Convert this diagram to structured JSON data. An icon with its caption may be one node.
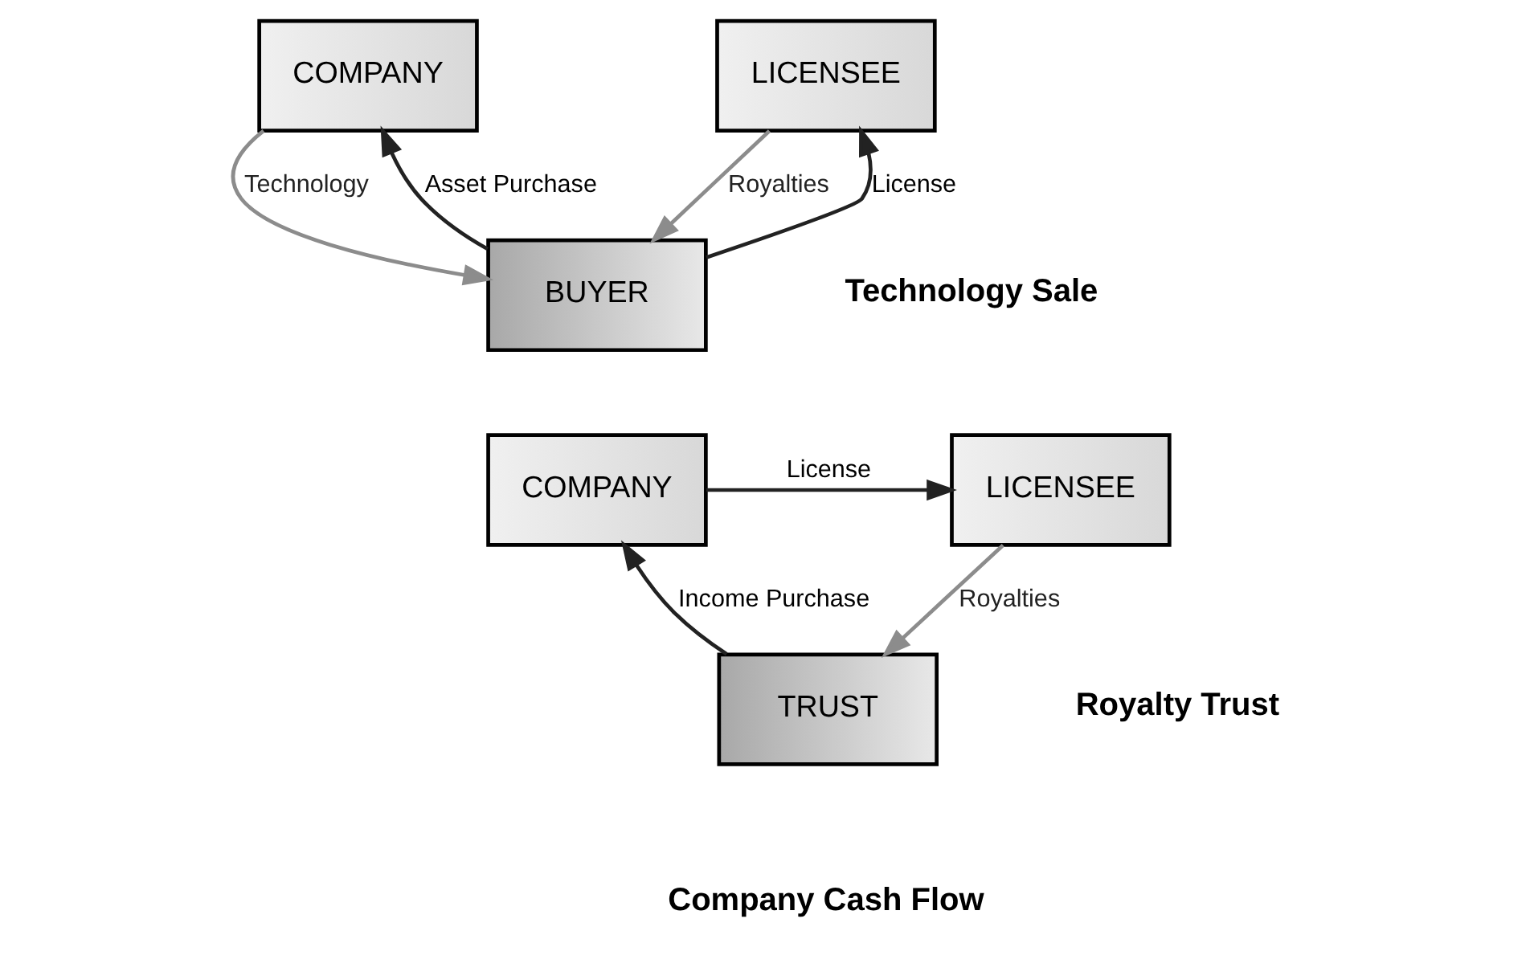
{
  "diagram": {
    "nodes": [
      {
        "text": [
          "COMPANY"
        ]
      },
      {
        "text": [
          "LICENSEE"
        ]
      },
      {
        "text": [
          "BUYER"
        ]
      },
      {
        "text": [
          "COMPANY"
        ]
      },
      {
        "text": [
          "LICENSEE"
        ]
      },
      {
        "text": [
          "TRUST"
        ]
      }
    ],
    "edges": [
      {
        "from": 2,
        "to": 0,
        "arrow": "to",
        "label": "Asset Purchase"
      },
      {
        "from": 0,
        "to": 2,
        "arrow": "to",
        "label": "Technology",
        "color": "#8c8c8c"
      },
      {
        "from": 1,
        "to": 2,
        "arrow": "to",
        "label": "Royalties",
        "color": "#8c8c8c"
      },
      {
        "from": 2,
        "to": 1,
        "arrow": "to",
        "label": "License"
      },
      {
        "from": 3,
        "to": 4,
        "arrow": "to",
        "label": "License"
      },
      {
        "from": 5,
        "to": 3,
        "arrow": "to",
        "label": "Income Purchase"
      },
      {
        "from": 4,
        "to": 5,
        "arrow": "to",
        "label": "Royalties",
        "color": "#8c8c8c"
      }
    ],
    "labels": [
      "Technology Sale",
      "Royalty Trust",
      "Company Cash Flow"
    ]
  }
}
